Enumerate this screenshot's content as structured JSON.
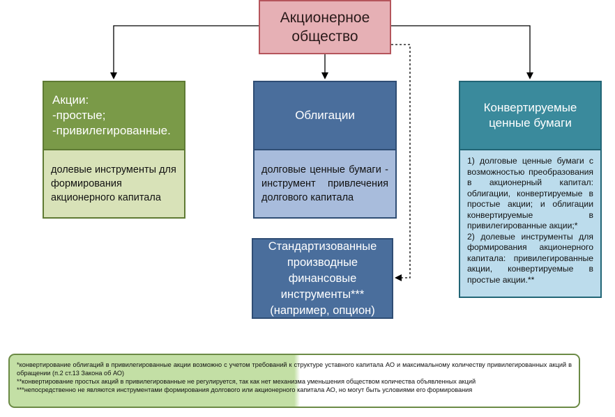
{
  "root": {
    "line1": "Акционерное",
    "line2": "общество"
  },
  "shares": {
    "title_line1": "Акции:",
    "title_line2": "-простые;",
    "title_line3": "-привилегированные.",
    "description": "долевые инструменты для формирования акционерного капитала"
  },
  "bonds": {
    "title": "Облигации",
    "description": "долговые ценные бумаги - инструмент привлечения долгового капитала"
  },
  "convertible": {
    "title_line1": "Конвертируемые",
    "title_line2": "ценные бумаги",
    "point1": "1) долговые ценные бумаги с возможностью преобразования в акционерный капитал: облигации, конвертируемые в простые акции; и облигации конвертируемые в привилегированные акции;*",
    "point2": "2) долевые инструменты для формирования акционерного капитала: привилегированные акции, конвертируемые в простые акции.**"
  },
  "derivatives": {
    "line1": "Стандартизованные",
    "line2": "производные",
    "line3": "финансовые",
    "line4": "инструменты***",
    "line5": "(например, опцион)"
  },
  "footnotes": {
    "note1": "*конвертирование облигаций в привилегированные акции возможно с учетом требований к структуре уставного капитала АО и максимальному количеству привилегированных акций в обращении (п.2 ст.13 Закона об АО)",
    "note2": "**конвертирование простых акций в привилегированные не регулируется, так как нет механизма уменьшения обществом количества объявленных акций",
    "note3": "***непосредственно не являются инструментами формирования долгового или акционерного капитала АО, но могут быть условиями его формирования"
  },
  "colors": {
    "root_fill": "#e6b0b5",
    "shares_fill": "#7a9a48",
    "bonds_fill": "#4a6e9c",
    "convertible_fill": "#3a8a9c",
    "footnote_fill": "#c3dfa5"
  }
}
